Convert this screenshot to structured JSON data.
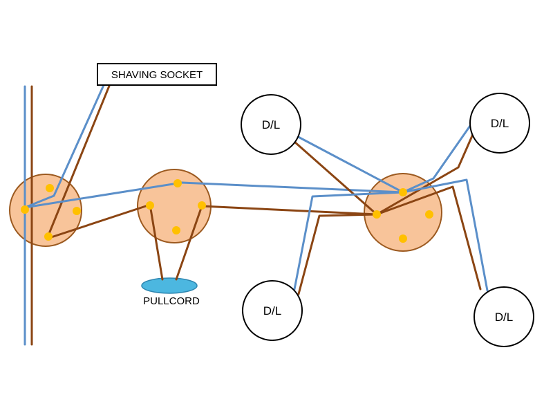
{
  "colors": {
    "brown_wire": "#8B4513",
    "blue_wire": "#5B8FC9",
    "rose_fill": "#F8C49A",
    "rose_stroke": "#9C5A20",
    "terminal": "#FFC000",
    "pullcord_fill": "#4CB7E0",
    "pullcord_stroke": "#2E86B0",
    "box_stroke": "#000000"
  },
  "labels": {
    "shaving_socket": "SHAVING SOCKET",
    "pullcord": "PULLCORD",
    "downlight_1": "D/L",
    "downlight_2": "D/L",
    "downlight_3": "D/L",
    "downlight_4": "D/L"
  },
  "icons": {
    "ceiling_rose": "junction-circle",
    "downlight": "outlined-circle",
    "pullcord": "ellipse"
  }
}
